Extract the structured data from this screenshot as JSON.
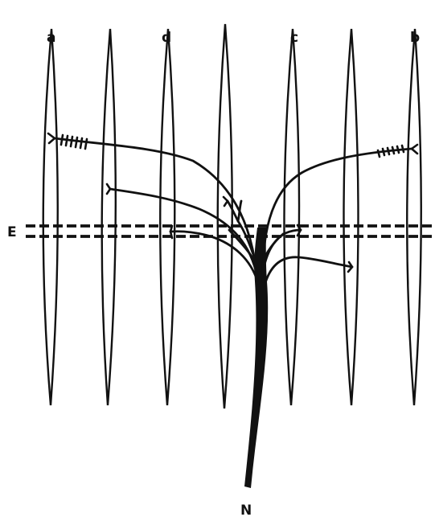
{
  "diagram": {
    "column_labels": [
      "a",
      "d",
      "c",
      "b"
    ],
    "band_label": "E",
    "nerve_label": "N",
    "colors": {
      "ink": "#111111",
      "background": "#ffffff"
    }
  }
}
